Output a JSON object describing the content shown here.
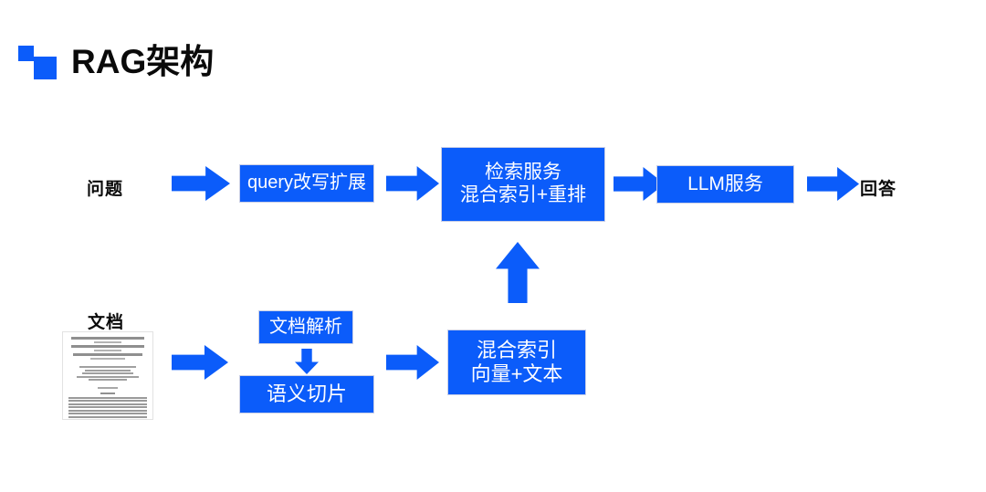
{
  "page": {
    "title": "RAG架构",
    "background_color": "#ffffff",
    "accent_color": "#0b5cfa",
    "node_text_color": "#fdfdff",
    "label_text_color": "#0a0a0a"
  },
  "logo": {
    "name": "two-square-logo",
    "color": "#0b5cfa"
  },
  "query_flow": {
    "input_label": "问题",
    "output_label": "回答",
    "nodes": [
      {
        "id": "query-rewrite",
        "lines": [
          "query改写扩展"
        ]
      },
      {
        "id": "retrieval-service",
        "lines": [
          "检索服务",
          "混合索引+重排"
        ]
      },
      {
        "id": "llm-service",
        "lines": [
          "LLM服务"
        ]
      }
    ],
    "arrows": [
      {
        "id": "arrow-question-to-rewrite",
        "direction": "right"
      },
      {
        "id": "arrow-rewrite-to-retrieval",
        "direction": "right"
      },
      {
        "id": "arrow-retrieval-to-llm",
        "direction": "right"
      },
      {
        "id": "arrow-llm-to-answer",
        "direction": "right"
      }
    ]
  },
  "ingest_flow": {
    "input_label": "文档",
    "document_thumbnail": {
      "id": "paper-thumbnail",
      "description": "学术论文首页缩略图"
    },
    "nodes": [
      {
        "id": "document-parsing",
        "lines": [
          "文档解析"
        ]
      },
      {
        "id": "semantic-chunking",
        "lines": [
          "语义切片"
        ]
      },
      {
        "id": "hybrid-index",
        "lines": [
          "混合索引",
          "向量+文本"
        ]
      }
    ],
    "arrows": [
      {
        "id": "arrow-document-to-parsing",
        "direction": "right"
      },
      {
        "id": "arrow-parsing-to-chunking",
        "direction": "down"
      },
      {
        "id": "arrow-chunking-to-index",
        "direction": "right"
      },
      {
        "id": "arrow-index-to-retrieval",
        "direction": "up"
      }
    ]
  }
}
